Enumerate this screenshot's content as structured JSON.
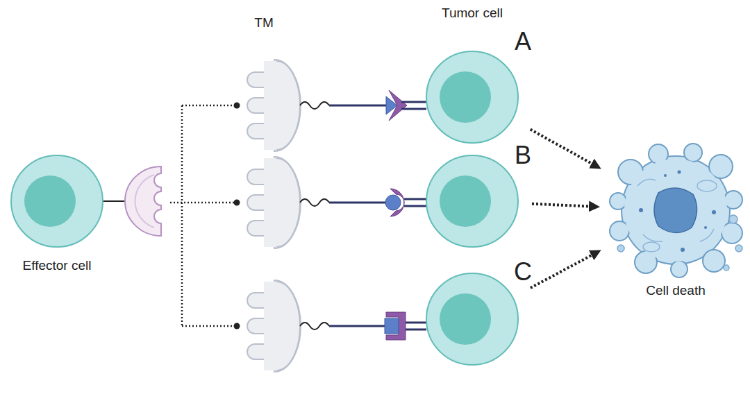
{
  "diagram": {
    "nodes": [
      {
        "text": [
          "Effector cell"
        ]
      },
      {
        "text": [
          "Tumor cell",
          "A"
        ]
      },
      {
        "text": [
          "B"
        ]
      },
      {
        "text": [
          "C"
        ]
      },
      {
        "text": [
          "Cell death"
        ]
      }
    ],
    "edges": [
      {
        "from": 1,
        "to": 4,
        "arrow": "to"
      },
      {
        "from": 2,
        "to": 4,
        "arrow": "to"
      },
      {
        "from": 3,
        "to": 4,
        "arrow": "to"
      }
    ],
    "labels": [
      "TM"
    ]
  }
}
